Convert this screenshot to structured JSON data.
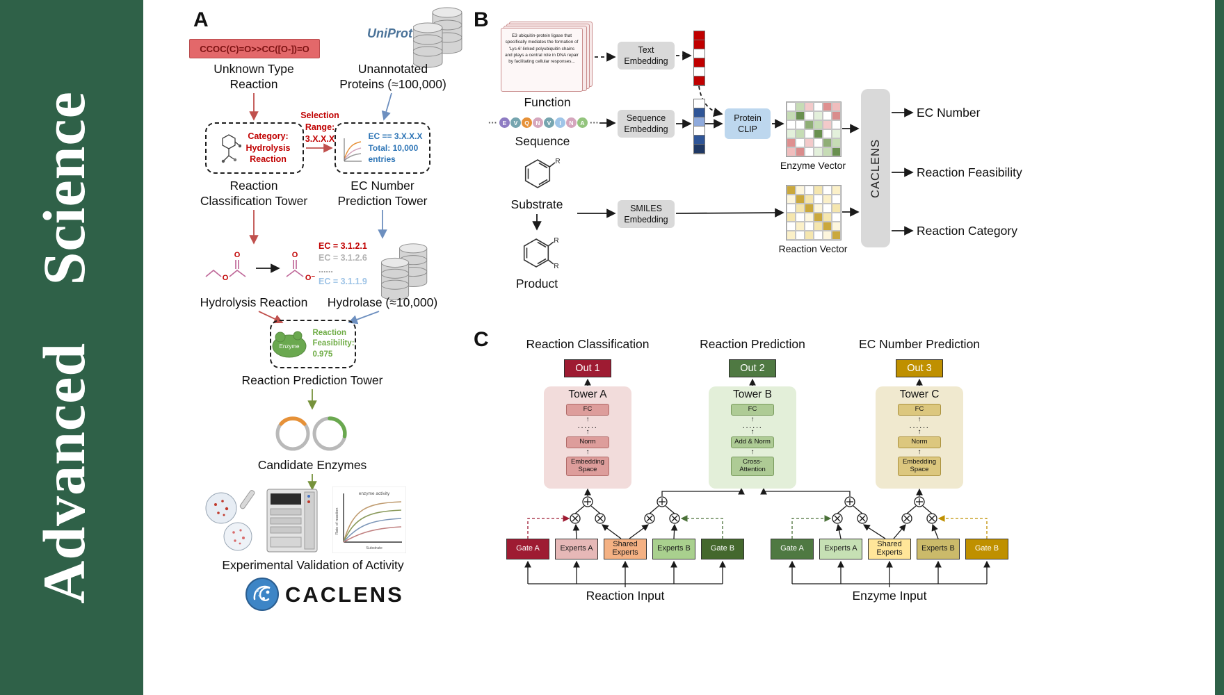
{
  "journal": {
    "name": "Advanced Science"
  },
  "panelA": {
    "label": "A",
    "smiles": "CCOC(C)=O>>CC([O-])=O",
    "unknown_l1": "Unknown Type",
    "unknown_l2": "Reaction",
    "uniprot": "UniProt",
    "unannotated_l1": "Unannotated",
    "unannotated_l2": "Proteins (≈100,000)",
    "category_l1": "Category:",
    "category_l2": "Hydrolysis",
    "category_l3": "Reaction",
    "selection_l1": "Selection",
    "selection_l2": "Range:",
    "selection_l3": "3.X.X.X",
    "ecbox_l1": "EC == 3.X.X.X",
    "ecbox_l2": "Total: 10,000",
    "ecbox_l3": "entries",
    "tower1_l1": "Reaction",
    "tower1_l2": "Classification Tower",
    "tower2_l1": "EC Number",
    "tower2_l2": "Prediction Tower",
    "ec_list": [
      {
        "text": "EC = 3.1.2.1",
        "color": "#c00000"
      },
      {
        "text": "EC = 3.1.2.6",
        "color": "#b3b3b3"
      },
      {
        "text": "......",
        "color": "#9a9a9a"
      },
      {
        "text": "EC = 3.1.1.9",
        "color": "#9dc3e6"
      }
    ],
    "hydrolysis_label": "Hydrolysis Reaction",
    "hydrolase_label": "Hydrolase (≈10,000)",
    "enzyme_chip": "Enzyme",
    "feas_l1": "Reaction",
    "feas_l2": "Feasibility:",
    "feas_l3": "0.975",
    "rpt_label": "Reaction Prediction Tower",
    "candidate_label": "Candidate Enzymes",
    "plot": {
      "title": "enzyme activity",
      "ylabel": "Rate of reaction",
      "xlabel": "Substrate"
    },
    "validation_label": "Experimental Validation of Activity",
    "logo": "CACLENS",
    "mol": {
      "o": "O",
      "o_minus": "O⁻"
    }
  },
  "panelB": {
    "label": "B",
    "function_text": "E3 ubiquitin-protein ligase that specifically mediates the formation of 'Lys-6'-linked polyubiquitin chains and plays a central role in DNA repair by facilitating cellular responses...",
    "function_label": "Function",
    "ellipsis": "···",
    "residues": [
      {
        "letter": "E",
        "color": "#8e7cc3"
      },
      {
        "letter": "V",
        "color": "#76a5af"
      },
      {
        "letter": "Q",
        "color": "#e69138"
      },
      {
        "letter": "N",
        "color": "#d5a6bd"
      },
      {
        "letter": "V",
        "color": "#76a5af"
      },
      {
        "letter": "I",
        "color": "#9fc5e8"
      },
      {
        "letter": "N",
        "color": "#d5a6bd"
      },
      {
        "letter": "A",
        "color": "#93c47d"
      }
    ],
    "sequence_label": "Sequence",
    "substrate_label": "Substrate",
    "product_label": "Product",
    "r_label": "R",
    "text_emb_l1": "Text",
    "text_emb_l2": "Embedding",
    "seq_emb_l1": "Sequence",
    "seq_emb_l2": "Embedding",
    "smiles_emb_l1": "SMILES",
    "smiles_emb_l2": "Embedding",
    "clip_l1": "Protein",
    "clip_l2": "CLIP",
    "text_vector": [
      "#c00000",
      "#c00000",
      "#ffffff",
      "#c00000",
      "#ffffff",
      "#c00000"
    ],
    "seq_vector": [
      "#ffffff",
      "#2f5597",
      "#8faadc",
      "#ffffff",
      "#2f5597",
      "#1f3864"
    ],
    "enzyme_matrix": [
      [
        "#ffffff",
        "#c6dcb5",
        "#f3caca",
        "#ffffff",
        "#de8f8f",
        "#f0bdbd"
      ],
      [
        "#c6dcb5",
        "#69904f",
        "#ffffff",
        "#e3f0db",
        "#ffffff",
        "#d98c8c"
      ],
      [
        "#ffffff",
        "#ffffff",
        "#8fae76",
        "#c6dcb5",
        "#f3caca",
        "#ffffff"
      ],
      [
        "#e3f0db",
        "#c6dcb5",
        "#ffffff",
        "#69904f",
        "#ffffff",
        "#e3f0db"
      ],
      [
        "#de8f8f",
        "#ffffff",
        "#f3caca",
        "#ffffff",
        "#8fae76",
        "#c6dcb5"
      ],
      [
        "#f0bdbd",
        "#d98c8c",
        "#ffffff",
        "#e3f0db",
        "#c6dcb5",
        "#69904f"
      ]
    ],
    "reaction_matrix": [
      [
        "#caa83c",
        "#fdf6dd",
        "#ffffff",
        "#f5e6ae",
        "#ffffff",
        "#fbf0c8"
      ],
      [
        "#fdf6dd",
        "#caa83c",
        "#f5e6ae",
        "#ffffff",
        "#fbf0c8",
        "#ffffff"
      ],
      [
        "#ffffff",
        "#f5e6ae",
        "#caa83c",
        "#fdf6dd",
        "#ffffff",
        "#f5e6ae"
      ],
      [
        "#f5e6ae",
        "#ffffff",
        "#fdf6dd",
        "#caa83c",
        "#f5e6ae",
        "#ffffff"
      ],
      [
        "#ffffff",
        "#fbf0c8",
        "#ffffff",
        "#f5e6ae",
        "#caa83c",
        "#fdf6dd"
      ],
      [
        "#fbf0c8",
        "#ffffff",
        "#f5e6ae",
        "#ffffff",
        "#fdf6dd",
        "#caa83c"
      ]
    ],
    "enzyme_vector_label": "Enzyme Vector",
    "reaction_vector_label": "Reaction Vector",
    "caclens": "CACLENS",
    "outputs": [
      "EC Number",
      "Reaction Feasibility",
      "Reaction Category"
    ]
  },
  "panelC": {
    "label": "C",
    "col_titles": [
      "Reaction Classification",
      "Reaction Prediction",
      "EC Number Prediction"
    ],
    "outs": [
      {
        "label": "Out 1",
        "bg": "#9e1b32"
      },
      {
        "label": "Out 2",
        "bg": "#4f7942"
      },
      {
        "label": "Out 3",
        "bg": "#bf9000"
      }
    ],
    "towers": [
      {
        "name": "Tower A",
        "boxes": [
          "FC",
          "......",
          "Norm",
          "Embedding Space"
        ]
      },
      {
        "name": "Tower B",
        "boxes": [
          "FC",
          "......",
          "Add & Norm",
          "Cross-Attention"
        ]
      },
      {
        "name": "Tower C",
        "boxes": [
          "FC",
          "......",
          "Norm",
          "Embedding Space"
        ]
      }
    ],
    "moe_reaction": [
      {
        "label": "Gate A",
        "bg": "#9e1b32",
        "fg": "#ffffff"
      },
      {
        "label": "Experts A",
        "bg": "#e6b8b7",
        "fg": "#1a1a1a"
      },
      {
        "label": "Shared Experts",
        "bg": "#f4b183",
        "fg": "#1a1a1a"
      },
      {
        "label": "Experts B",
        "bg": "#a9d08e",
        "fg": "#1a1a1a"
      },
      {
        "label": "Gate B",
        "bg": "#44682d",
        "fg": "#ffffff"
      }
    ],
    "moe_enzyme": [
      {
        "label": "Gate A",
        "bg": "#4f7942",
        "fg": "#ffffff"
      },
      {
        "label": "Experts A",
        "bg": "#c6e0b4",
        "fg": "#1a1a1a"
      },
      {
        "label": "Shared Experts",
        "bg": "#ffe699",
        "fg": "#1a1a1a"
      },
      {
        "label": "Experts B",
        "bg": "#cbba6a",
        "fg": "#1a1a1a"
      },
      {
        "label": "Gate B",
        "bg": "#bf9000",
        "fg": "#ffffff"
      }
    ],
    "input_labels": [
      "Reaction Input",
      "Enzyme Input"
    ]
  }
}
